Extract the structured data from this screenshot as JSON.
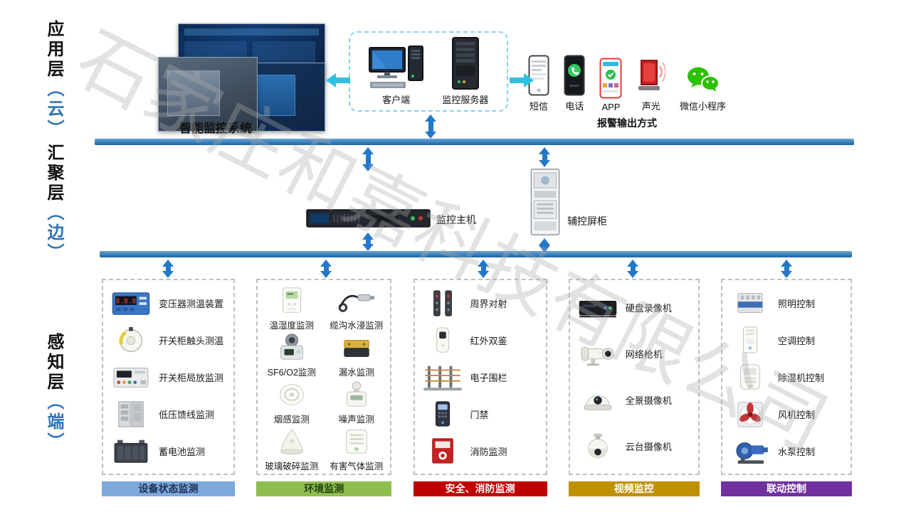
{
  "watermark": "石家庄和嘉科技有限公司",
  "colors": {
    "bar-blue": "#1b74c0",
    "arrow-blue": "#2478c8",
    "cyan-arrow": "#2fc1e0",
    "accent-blue": "#2e75b6"
  },
  "layer_labels": {
    "application": {
      "name": "应用层",
      "paren": "（云）"
    },
    "aggregation": {
      "name": "汇聚层",
      "paren": "（边）"
    },
    "perception": {
      "name": "感知层",
      "paren": "（端）"
    }
  },
  "application_layer": {
    "system_label": "智能监控系统",
    "server_group": {
      "client_label": "客户端",
      "server_label": "监控服务器"
    },
    "alarm_outputs": {
      "caption": "报警输出方式",
      "items": [
        {
          "label": "短信",
          "icon": "sms-phone"
        },
        {
          "label": "电话",
          "icon": "call-phone"
        },
        {
          "label": "APP",
          "icon": "app-phone"
        },
        {
          "label": "声光",
          "icon": "siren"
        },
        {
          "label": "微信小程序",
          "icon": "wechat"
        }
      ]
    }
  },
  "aggregation_layer": {
    "host_label": "监控主机",
    "cabinet_label": "辅控屏柜"
  },
  "perception_columns": [
    {
      "header": "设备状态监测",
      "header_color": "#7da9dc",
      "header_text_color": "#1b2f55",
      "layout": "list",
      "items": [
        {
          "label": "变压器测温装置",
          "icon": "temp-meter"
        },
        {
          "label": "开关柜触头测温",
          "icon": "contact-temp"
        },
        {
          "label": "开关柜局放监测",
          "icon": "pd-monitor"
        },
        {
          "label": "低压馈线监测",
          "icon": "feeder-cabinet"
        },
        {
          "label": "蓄电池监测",
          "icon": "battery"
        }
      ]
    },
    {
      "header": "环境监测",
      "header_color": "#8fbe4e",
      "header_text_color": "#24410f",
      "layout": "grid",
      "items": [
        {
          "label": "温湿度监测",
          "icon": "temp-humidity"
        },
        {
          "label": "缆沟水浸监测",
          "icon": "cable-water"
        },
        {
          "label": "SF6/O2监测",
          "icon": "gas-detector"
        },
        {
          "label": "漏水监测",
          "icon": "leak-sensor"
        },
        {
          "label": "烟感监测",
          "icon": "smoke-detector"
        },
        {
          "label": "噪声监测",
          "icon": "noise-sensor"
        },
        {
          "label": "玻璃破碎监测",
          "icon": "glass-break"
        },
        {
          "label": "有害气体监测",
          "icon": "harmful-gas"
        }
      ]
    },
    {
      "header": "安全、消防监测",
      "header_color": "#c00000",
      "header_text_color": "#ffffff",
      "layout": "list",
      "items": [
        {
          "label": "周界对射",
          "icon": "perimeter-beam"
        },
        {
          "label": "红外双鉴",
          "icon": "ir-detector"
        },
        {
          "label": "电子围栏",
          "icon": "electric-fence"
        },
        {
          "label": "门禁",
          "icon": "access-control"
        },
        {
          "label": "消防监测",
          "icon": "fire-alarm"
        }
      ]
    },
    {
      "header": "视频监控",
      "header_color": "#bf9000",
      "header_text_color": "#ffffff",
      "layout": "list",
      "items": [
        {
          "label": "硬盘录像机",
          "icon": "dvr"
        },
        {
          "label": "网络枪机",
          "icon": "bullet-camera"
        },
        {
          "label": "全景摄像机",
          "icon": "panoramic-camera"
        },
        {
          "label": "云台摄像机",
          "icon": "ptz-camera"
        }
      ]
    },
    {
      "header": "联动控制",
      "header_color": "#7030a0",
      "header_text_color": "#ffffff",
      "layout": "list",
      "items": [
        {
          "label": "照明控制",
          "icon": "lighting-control"
        },
        {
          "label": "空调控制",
          "icon": "ac-control"
        },
        {
          "label": "除湿机控制",
          "icon": "dehumidifier-control"
        },
        {
          "label": "风机控制",
          "icon": "fan-control"
        },
        {
          "label": "水泵控制",
          "icon": "pump-control"
        }
      ]
    }
  ]
}
